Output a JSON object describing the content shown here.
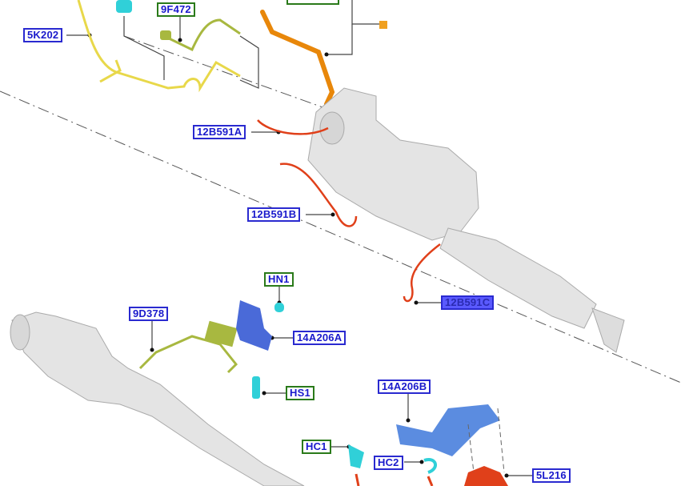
{
  "diagram": {
    "callouts": {
      "c5K202": "5K202",
      "c9F472": "9F472",
      "c12B591A": "12B591A",
      "c12B591B": "12B591B",
      "c12B591C": "12B591C",
      "cHN1": "HN1",
      "c9D378": "9D378",
      "c14A206A": "14A206A",
      "cHS1": "HS1",
      "c14A206B": "14A206B",
      "cHC1": "HC1",
      "cHC2": "HC2",
      "c5L216": "5L216"
    },
    "colors": {
      "callout_blue": "#2a2ad0",
      "callout_green": "#2a7a1a",
      "highlight": "#5a5aff",
      "orange_tube": "#e8870a",
      "red_sensor": "#e0401a",
      "yellow_harness": "#e8d84a",
      "bracket_blue": "#4a6ad8",
      "fastener_cyan": "#30d0d8"
    }
  }
}
